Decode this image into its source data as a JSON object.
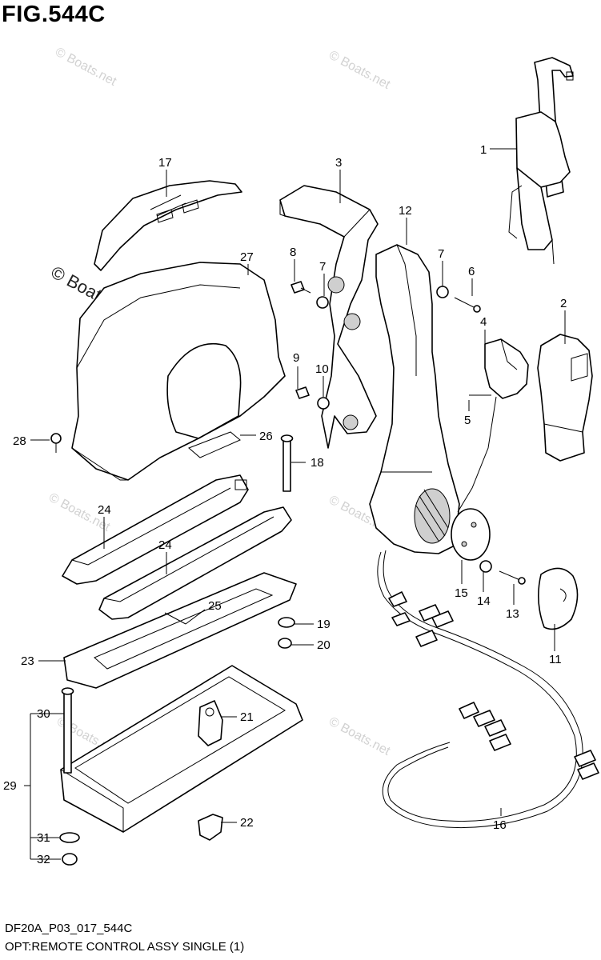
{
  "figure": {
    "title": "FIG.544C",
    "code": "DF20A_P03_017_544C",
    "caption": "OPT:REMOTE CONTROL ASSY SINGLE (1)"
  },
  "watermark": {
    "text": "© Boats.net"
  },
  "callouts": [
    "1",
    "2",
    "3",
    "4",
    "5",
    "6",
    "7",
    "7",
    "8",
    "9",
    "10",
    "11",
    "12",
    "13",
    "14",
    "15",
    "16",
    "17",
    "18",
    "19",
    "20",
    "21",
    "22",
    "23",
    "24",
    "24",
    "25",
    "26",
    "27",
    "28",
    "29",
    "30",
    "31",
    "32"
  ]
}
